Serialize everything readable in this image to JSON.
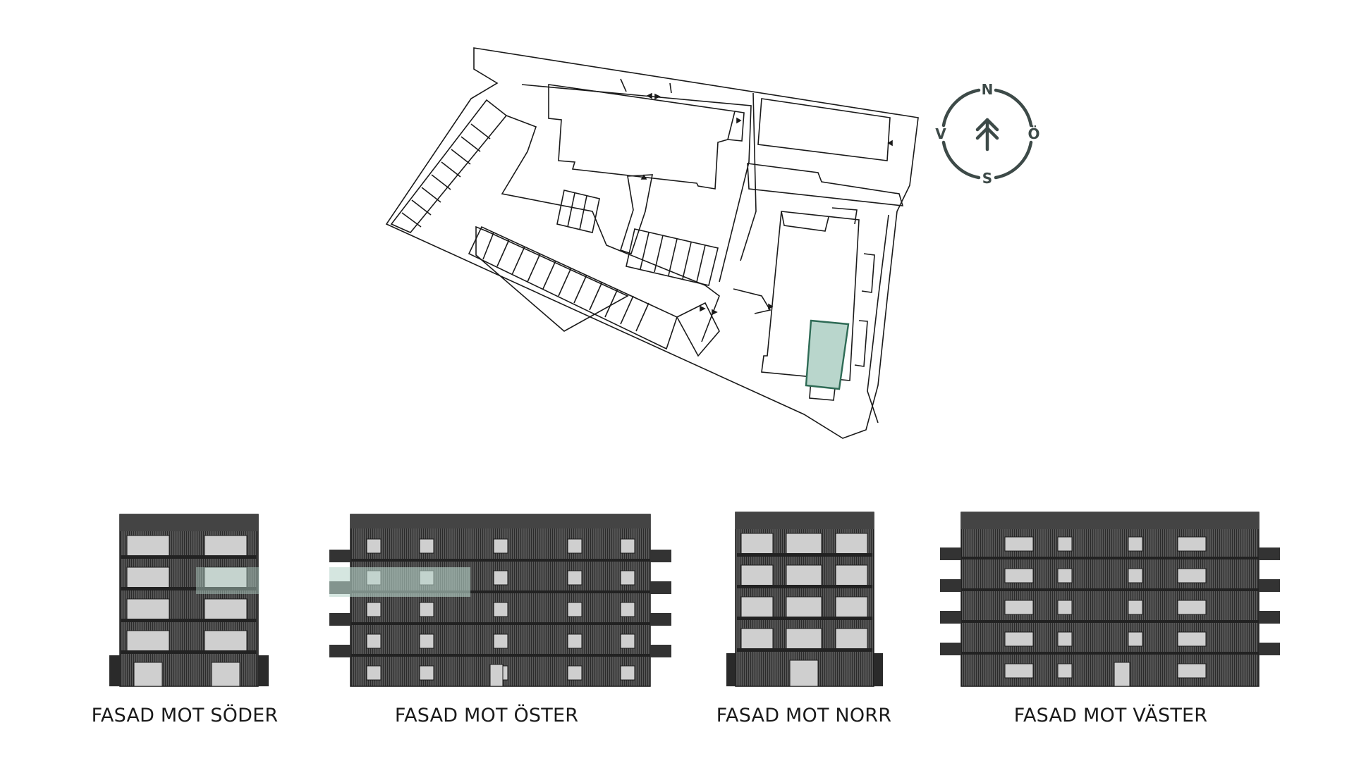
{
  "compass": {
    "north": "N",
    "east": "Ö",
    "south": "S",
    "west": "V"
  },
  "colors": {
    "highlight_fill": "#b9d6cc",
    "highlight_stroke": "#2e6b55",
    "compass": "#3d4a48",
    "facade_dark": "#3a3a3a",
    "line": "#1a1a1a"
  },
  "elevations": [
    {
      "label": "FASAD MOT SÖDER"
    },
    {
      "label": "FASAD MOT ÖSTER"
    },
    {
      "label": "FASAD MOT NORR"
    },
    {
      "label": "FASAD MOT VÄSTER"
    }
  ]
}
